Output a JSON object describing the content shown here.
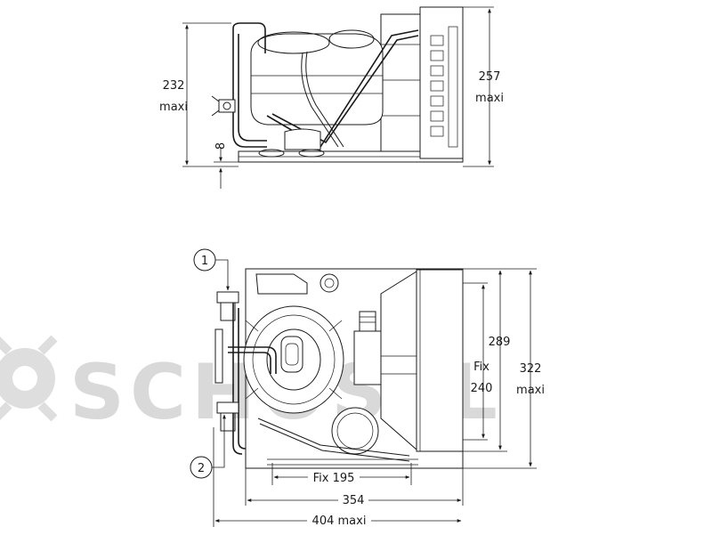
{
  "watermark": {
    "text": "SCHOSSL",
    "color": "#d9d9d9"
  },
  "side_view": {
    "height_label": "232",
    "height_suffix": "maxi",
    "overall_height_label": "257",
    "overall_height_suffix": "maxi",
    "clearance_label": "8"
  },
  "top_view": {
    "callout_1": "1",
    "callout_2": "2",
    "depth_label": "289",
    "fix_depth_label_line1": "Fix",
    "fix_depth_label_line2": "240",
    "overall_depth_label": "322",
    "overall_depth_suffix": "maxi",
    "fix_width_label": "Fix  195",
    "width_label": "354",
    "overall_width_label": "404  maxi"
  },
  "colors": {
    "line": "#1a1a1a",
    "background": "#ffffff"
  }
}
